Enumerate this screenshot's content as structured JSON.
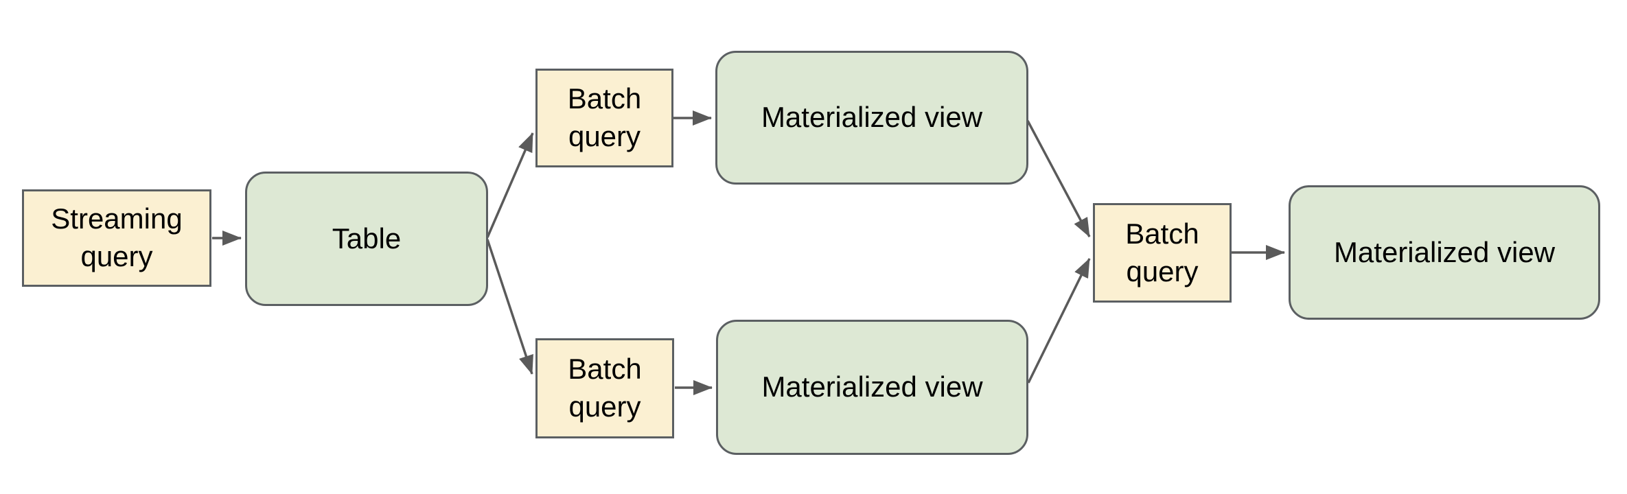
{
  "diagram": {
    "title": "",
    "background_color": "#ffffff",
    "colors": {
      "query_box_fill": "#fbf0d2",
      "view_box_fill": "#dde8d4",
      "box_border": "#5b5f62",
      "arrow": "#5a5a5a",
      "text": "#000000"
    },
    "nodes": {
      "streaming_query": {
        "label": "Streaming query",
        "shape": "yellow-rectangle"
      },
      "table": {
        "label": "Table",
        "shape": "green-rounded-rectangle"
      },
      "batch_query_top": {
        "label": "Batch query",
        "shape": "yellow-rectangle"
      },
      "materialized_view_top": {
        "label": "Materialized view",
        "shape": "green-rounded-rectangle"
      },
      "batch_query_bottom": {
        "label": "Batch query",
        "shape": "yellow-rectangle"
      },
      "materialized_view_bottom": {
        "label": "Materialized view",
        "shape": "green-rounded-rectangle"
      },
      "batch_query_center": {
        "label": "Batch query",
        "shape": "yellow-rectangle"
      },
      "materialized_view_final": {
        "label": "Materialized view",
        "shape": "green-rounded-rectangle"
      }
    },
    "edges": [
      {
        "from": "streaming_query",
        "to": "table"
      },
      {
        "from": "table",
        "to": "batch_query_top"
      },
      {
        "from": "table",
        "to": "batch_query_bottom"
      },
      {
        "from": "batch_query_top",
        "to": "materialized_view_top"
      },
      {
        "from": "batch_query_bottom",
        "to": "materialized_view_bottom"
      },
      {
        "from": "materialized_view_top",
        "to": "batch_query_center"
      },
      {
        "from": "materialized_view_bottom",
        "to": "batch_query_center"
      },
      {
        "from": "batch_query_center",
        "to": "materialized_view_final"
      }
    ]
  }
}
